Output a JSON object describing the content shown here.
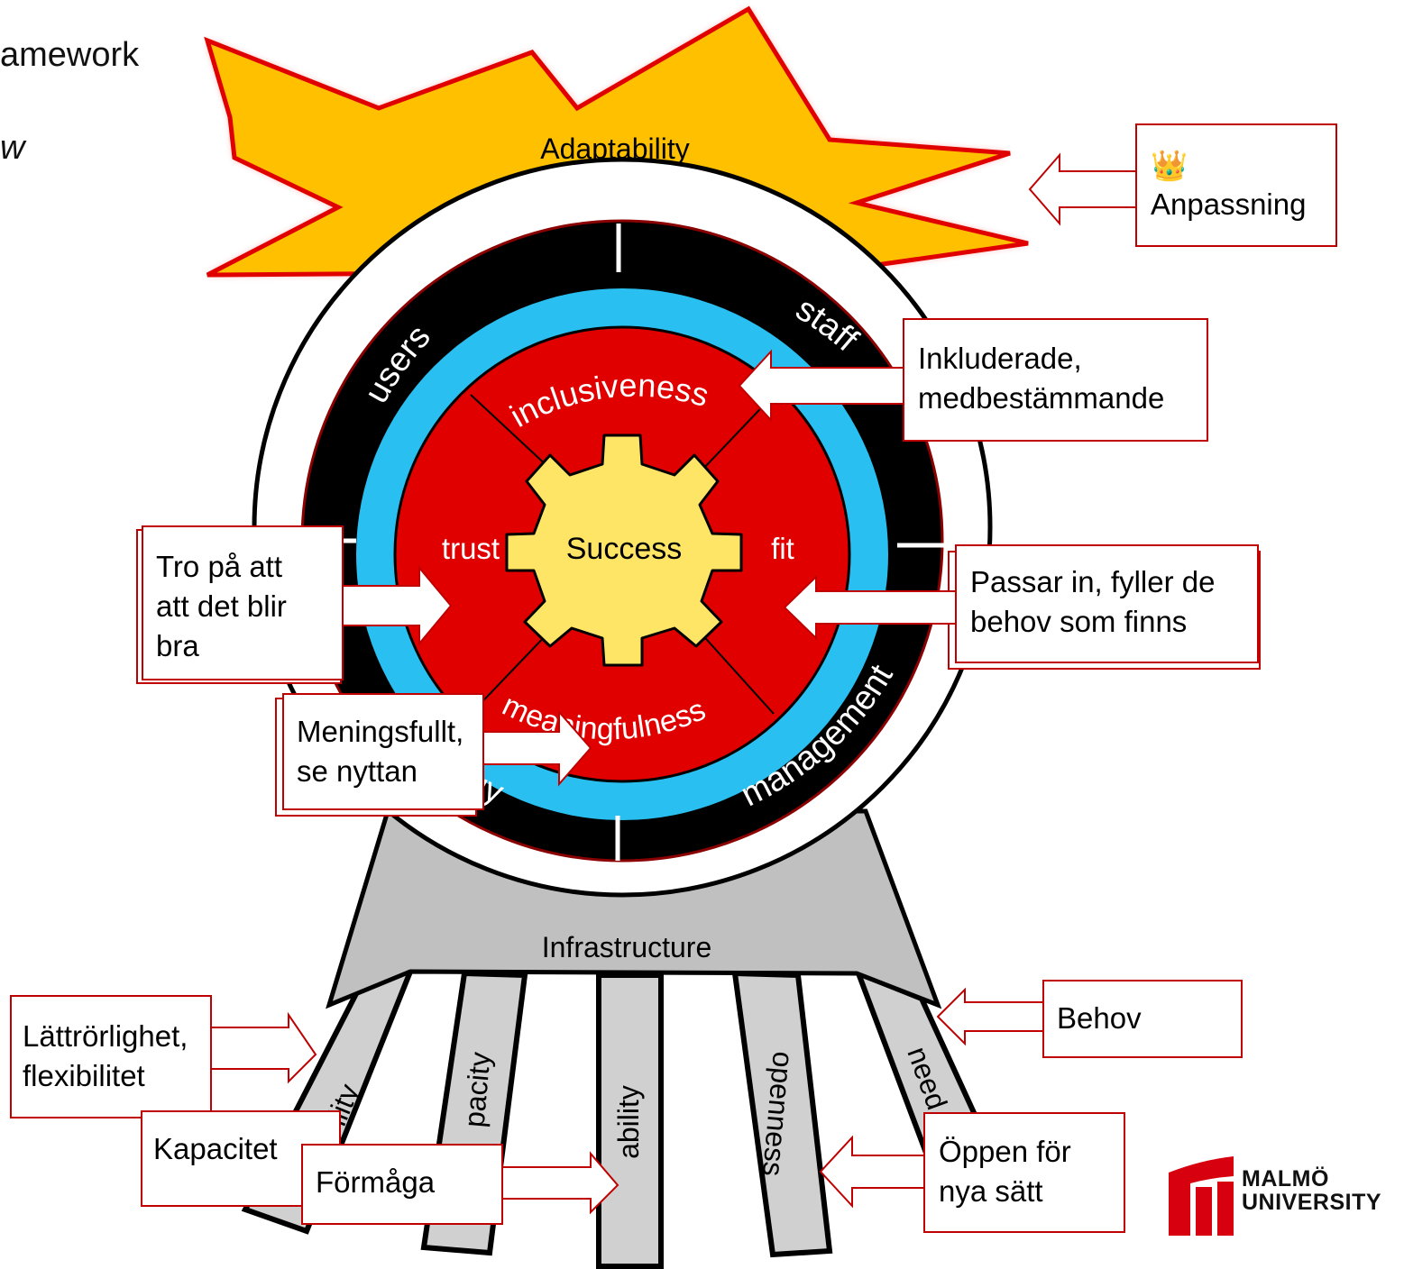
{
  "header": {
    "title_fragment": "amework",
    "subtitle_fragment": "w"
  },
  "diagram": {
    "burst_label": "Adaptability",
    "center_label": "Success",
    "outer_ring": [
      "users",
      "staff",
      "management",
      "gy"
    ],
    "inner_quadrants": [
      "inclusiveness",
      "fit",
      "meaningfulness",
      "trust"
    ],
    "base_label": "Infrastructure",
    "legs": [
      "ility",
      "pacity",
      "ability",
      "openness",
      "need"
    ]
  },
  "callouts": {
    "anpassning_icon": "crown-icon",
    "anpassning": "Anpassning",
    "inkluderade": "Inkluderade,\nmedbestämmande",
    "passar": "Passar in, fyller de\nbehov som finns",
    "tro": "Tro på att\natt det blir\nbra",
    "meningsfullt": "Meningsfullt,\nse nyttan",
    "behov": "Behov",
    "lattrorlighet": "Lättrörlighet,\nflexibilitet",
    "kapacitet": "Kapacitet",
    "formaga": "Förmåga",
    "oppen": "Öppen för\nnya sätt"
  },
  "logo": {
    "line1": "MALMÖ",
    "line2": "UNIVERSITY"
  },
  "colors": {
    "burst": "#FFC000",
    "burst_stroke": "#E00000",
    "outer_ring": "#000000",
    "blue_ring": "#29BFF0",
    "red_disc": "#E00000",
    "gear": "#FFE566",
    "base": "#C0C0C0",
    "legs": "#D0D0D0",
    "callout_border": "#C00000",
    "logo_red": "#D7000F"
  }
}
